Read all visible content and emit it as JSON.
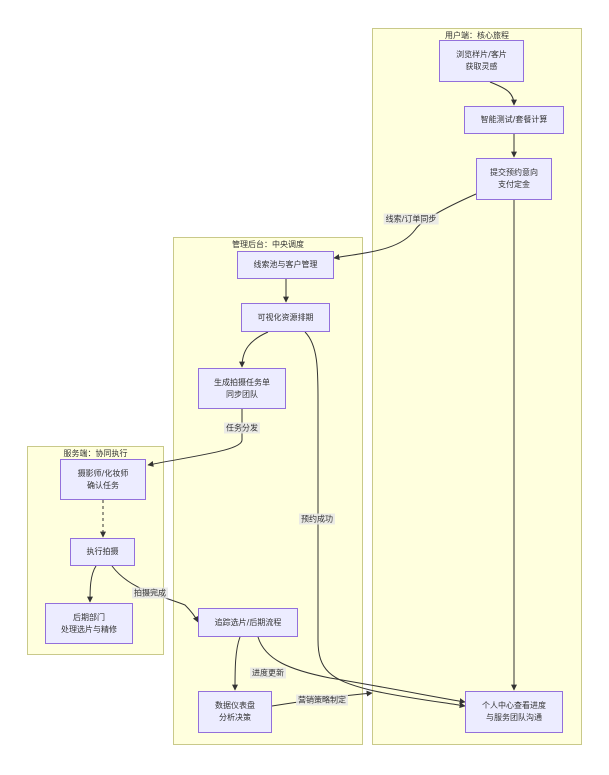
{
  "clusters": {
    "user": {
      "title": "用户端：核心旅程"
    },
    "admin": {
      "title": "管理后台：中央调度"
    },
    "service": {
      "title": "服务端：协同执行"
    }
  },
  "nodes": {
    "browse": {
      "line1": "浏览样片/客片",
      "line2": "获取灵感"
    },
    "calc": {
      "line1": "智能测试/套餐计算"
    },
    "submit": {
      "line1": "提交预约意向",
      "line2": "支付定金"
    },
    "leads": {
      "line1": "线索池与客户管理"
    },
    "schedule": {
      "line1": "可视化资源排期"
    },
    "task": {
      "line1": "生成拍摄任务单",
      "line2": "同步团队"
    },
    "confirm": {
      "line1": "摄影师/化妆师",
      "line2": "确认任务"
    },
    "shoot": {
      "line1": "执行拍摄"
    },
    "post": {
      "line1": "后期部门",
      "line2": "处理选片与精修"
    },
    "track": {
      "line1": "追踪选片/后期流程"
    },
    "dashboard": {
      "line1": "数据仪表盘",
      "line2": "分析决策"
    },
    "center": {
      "line1": "个人中心查看进度",
      "line2": "与服务团队沟通"
    }
  },
  "edge_labels": {
    "sync": "线索/订单同步",
    "dispatch": "任务分发",
    "booked": "预约成功",
    "shot_done": "拍摄完成",
    "progress": "进度更新",
    "strategy": "营销策略制定"
  },
  "colors": {
    "cluster_fill": "#ffffde",
    "cluster_border": "#c9c98a",
    "node_fill": "#ececff",
    "node_border": "#9370db",
    "edge": "#333333"
  }
}
